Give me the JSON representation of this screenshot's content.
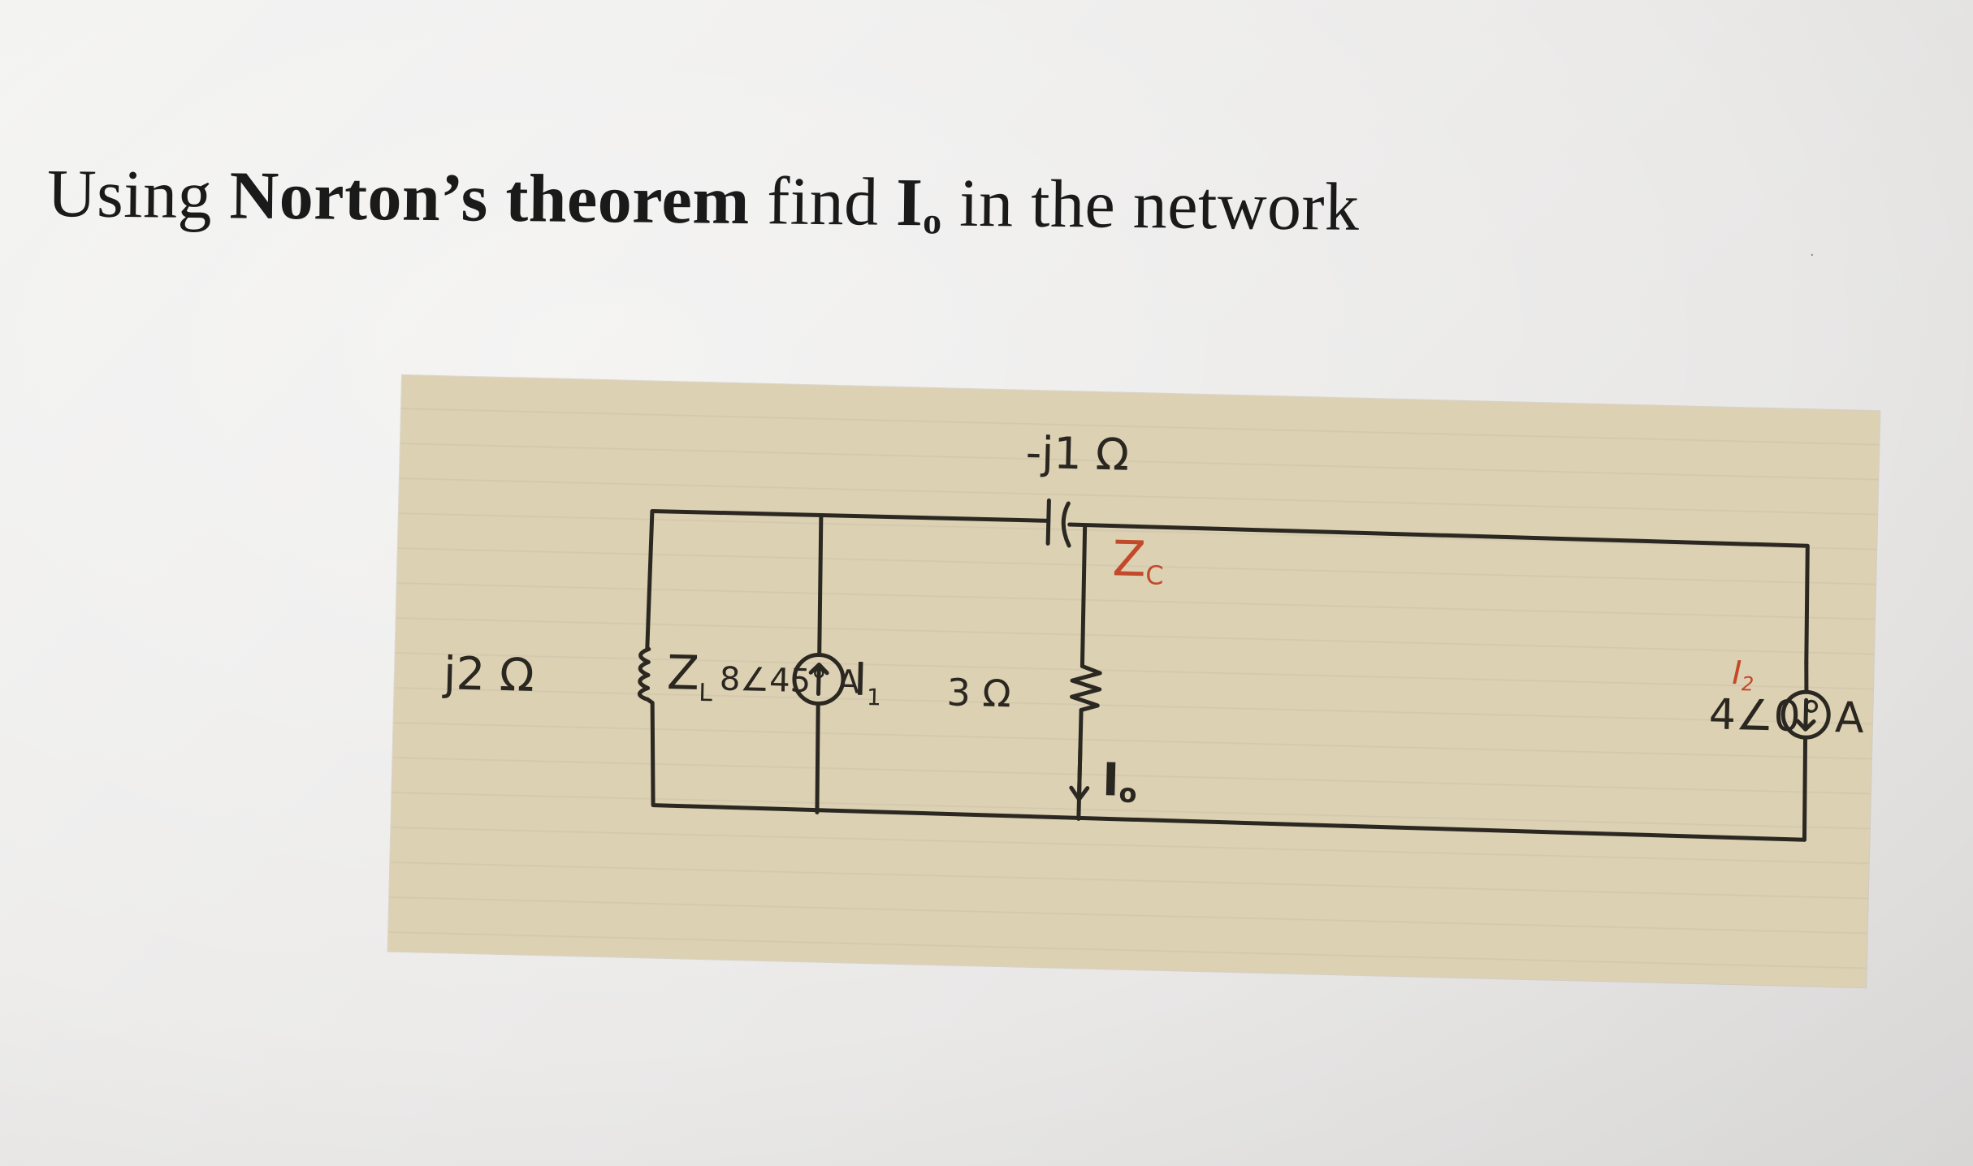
{
  "question": {
    "prefix": "Using ",
    "theorem": "Norton’s theorem",
    "middle": " find ",
    "target_main": "I",
    "target_sub": "o",
    "suffix": " in the network"
  },
  "circuit": {
    "capacitor_value": "-j1 Ω",
    "capacitor_name": "Z",
    "capacitor_name_sub": "C",
    "inductor_value": "j2 Ω",
    "inductor_name": "Z",
    "inductor_name_sub": "L",
    "source1_value": "8∠45° A",
    "source1_name": "I",
    "source1_name_sub": "1",
    "resistor_value": "3 Ω",
    "output_current": "I",
    "output_current_sub": "o",
    "source2_name": "I",
    "source2_name_sub": "2",
    "source2_value": "4∠0° A"
  },
  "colors": {
    "ink": "#2a2620",
    "red_annotation": "#c24a2a",
    "paper": "#ddd1b4"
  }
}
